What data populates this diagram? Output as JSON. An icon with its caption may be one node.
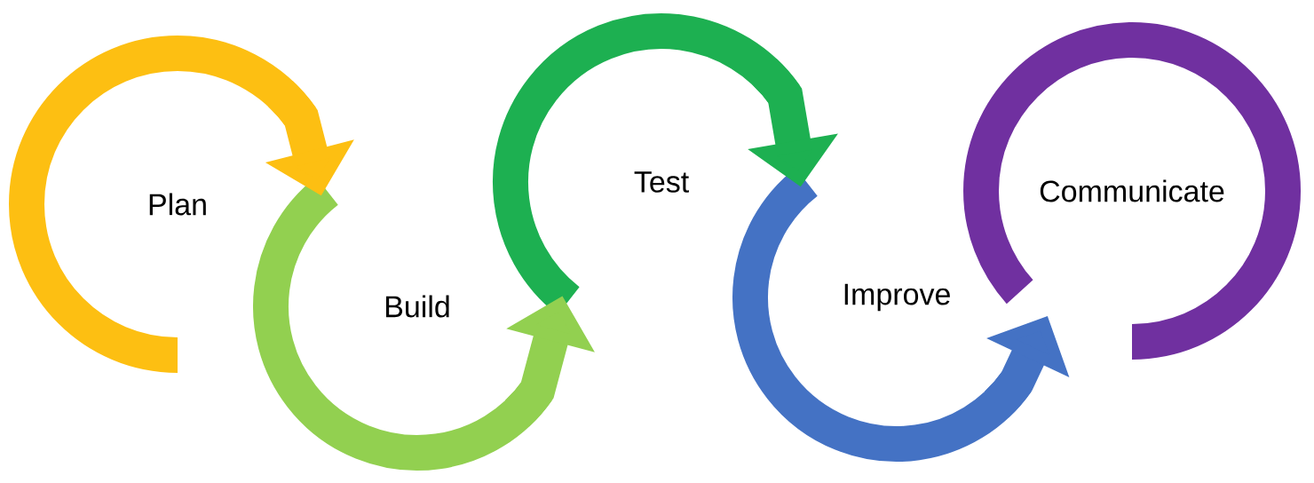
{
  "diagram": {
    "nodes": [
      {
        "text": [
          "Plan"
        ]
      },
      {
        "text": [
          "Build"
        ]
      },
      {
        "text": [
          "Test"
        ]
      },
      {
        "text": [
          "Improve"
        ]
      },
      {
        "text": [
          "Communicate"
        ]
      }
    ],
    "edges": [
      {
        "from": 0,
        "to": 1,
        "arrow": "to",
        "color": "#fdbf12"
      },
      {
        "from": 1,
        "to": 2,
        "arrow": "to",
        "color": "#92d050"
      },
      {
        "from": 2,
        "to": 3,
        "arrow": "to",
        "color": "#1db051"
      },
      {
        "from": 3,
        "to": 4,
        "arrow": "to",
        "color": "#4472c4"
      }
    ]
  }
}
